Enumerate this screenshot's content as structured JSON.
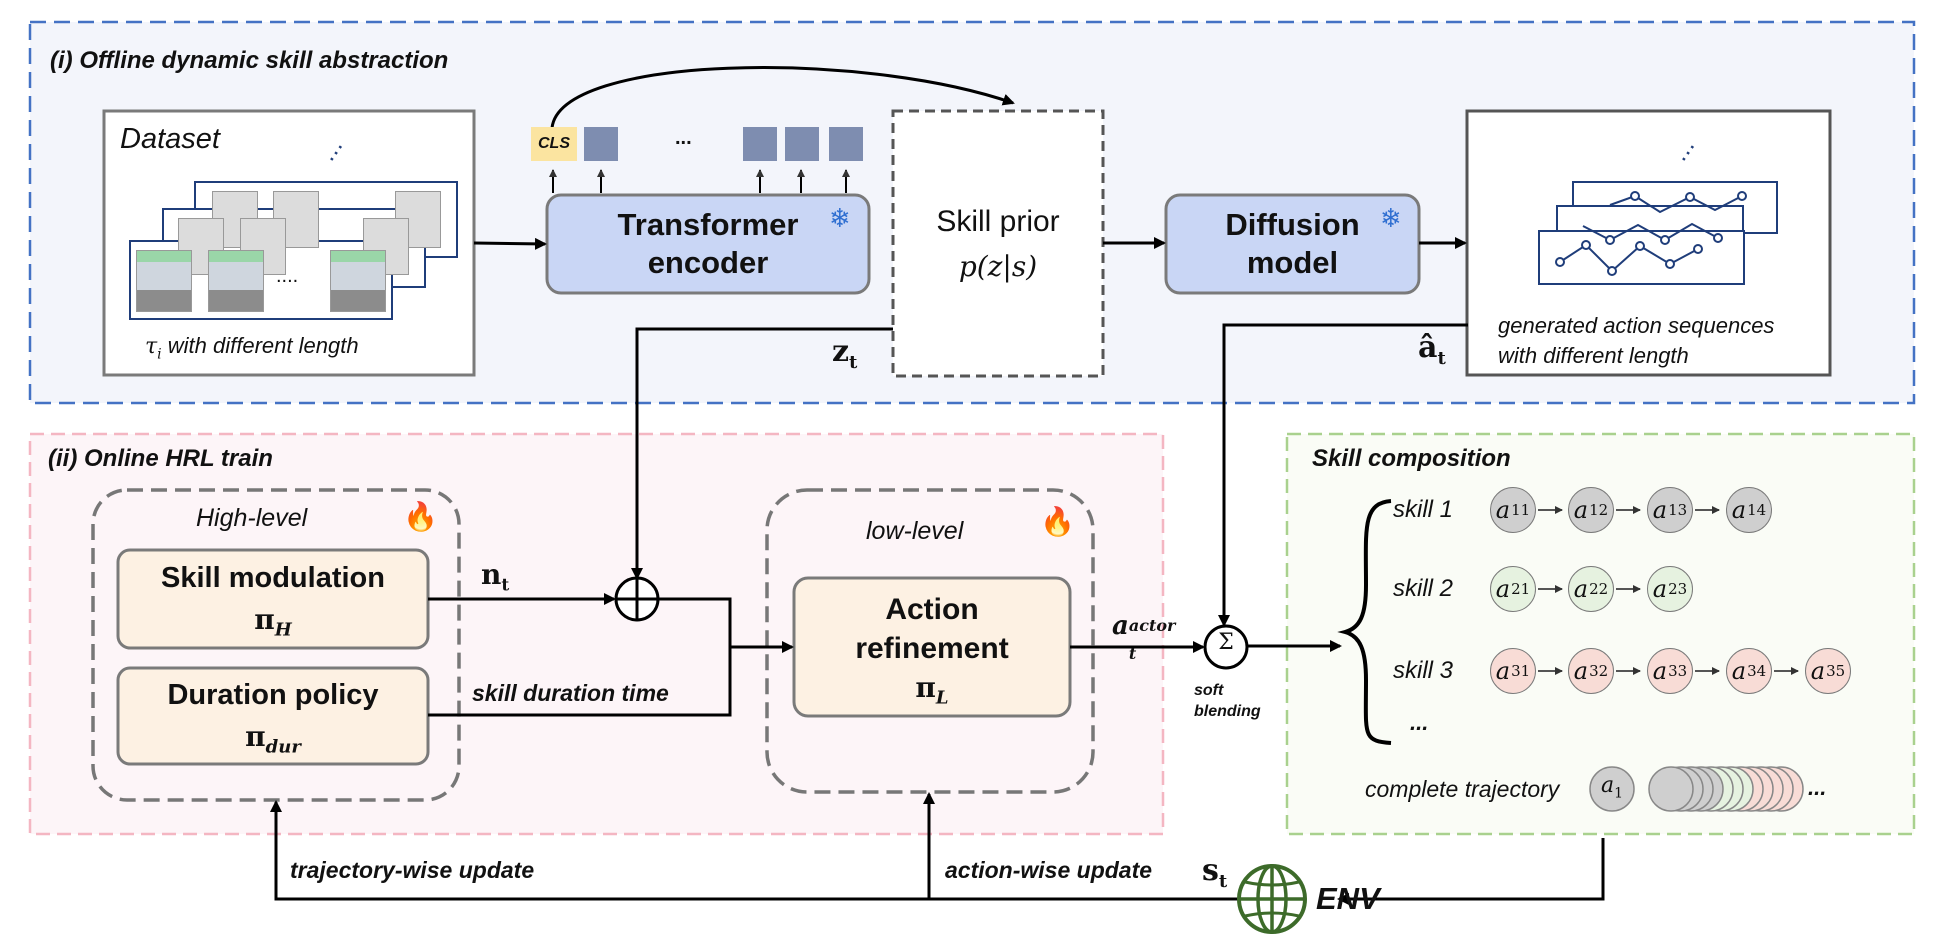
{
  "section1": {
    "title": "(i) Offline dynamic skill abstraction"
  },
  "dataset": {
    "title": "Dataset",
    "ellipsis": "....",
    "caption_tau": "τ",
    "caption_tau_sub": "i",
    "caption_text": " with different length"
  },
  "tokens": {
    "cls": "CLS",
    "ellipsis": "..."
  },
  "transformer": {
    "line1": "Transformer",
    "line2": "encoder"
  },
  "skill_prior": {
    "line1": "Skill prior",
    "formula": "p(z|s)"
  },
  "diffusion": {
    "line1": "Diffusion",
    "line2": "model"
  },
  "generated": {
    "line1": "generated action sequences",
    "line2": "with different length"
  },
  "labels": {
    "z": "z",
    "z_sub": "t",
    "a": "â",
    "a_sub": "t",
    "n": "n",
    "n_sub": "t",
    "s": "s",
    "s_sub": "t",
    "actor": "a",
    "actor_sub": "t",
    "actor_sup": "actor",
    "skill_duration": "skill duration time",
    "soft": "soft",
    "blending": "blending",
    "traj_update": "trajectory-wise update",
    "action_update": "action-wise update",
    "env": "ENV",
    "sigma": "Σ"
  },
  "section2": {
    "title": "(ii) Online HRL  train"
  },
  "high_level": {
    "title": "High-level",
    "skill_mod": "Skill modulation",
    "pi_h": "π",
    "pi_h_sub": "H",
    "duration": "Duration policy",
    "pi_dur": "π",
    "pi_dur_sub": "dur"
  },
  "low_level": {
    "title": "low-level",
    "line1": "Action",
    "line2": "refinement",
    "pi_l": "π",
    "pi_l_sub": "L"
  },
  "composition": {
    "title": "Skill composition",
    "skills": [
      {
        "label": "skill 1",
        "nodes": [
          "11",
          "12",
          "13",
          "14"
        ]
      },
      {
        "label": "skill 2",
        "nodes": [
          "21",
          "22",
          "23"
        ]
      },
      {
        "label": "skill 3",
        "nodes": [
          "31",
          "32",
          "33",
          "34",
          "35"
        ]
      }
    ],
    "more": "...",
    "complete": "complete trajectory",
    "first_node": "1",
    "trail": "..."
  },
  "colors": {
    "section1_border": "#4472c4",
    "section2_border": "#f4b6c2",
    "composition_border": "#a9d18e",
    "blue_box": "#c9d6f5",
    "cream_box": "#fdf1e3",
    "env_green": "#3d6b2a"
  }
}
